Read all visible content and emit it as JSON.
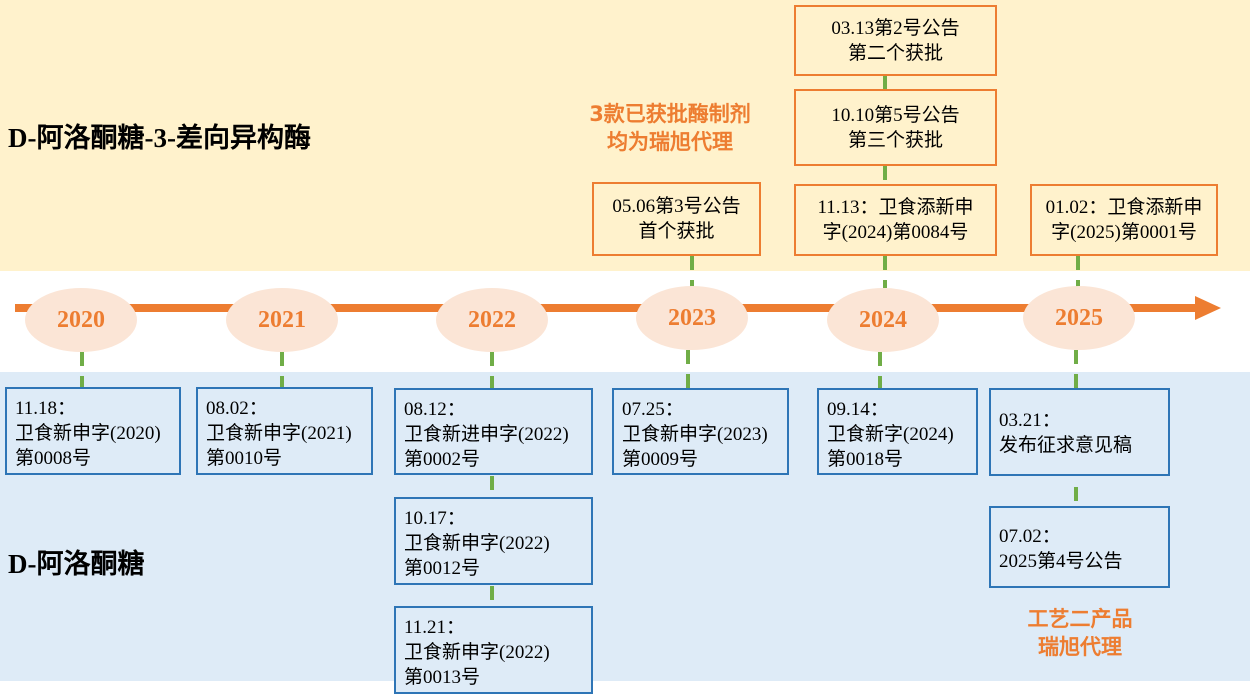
{
  "titles": {
    "top": "D-阿洛酮糖-3-差向异构酶",
    "bottom": "D-阿洛酮糖"
  },
  "years": [
    "2020",
    "2021",
    "2022",
    "2023",
    "2024",
    "2025"
  ],
  "notes": {
    "enzyme": [
      "3款已获批酶制剂",
      "均为瑞旭代理"
    ],
    "process": [
      "工艺二产品",
      "瑞旭代理"
    ]
  },
  "enzyme_events": [
    {
      "year": "2023",
      "lines": [
        "05.06第3号公告",
        "首个获批"
      ]
    },
    {
      "year": "2024",
      "lines": [
        "03.13第2号公告",
        "第二个获批"
      ]
    },
    {
      "year": "2024",
      "lines": [
        "10.10第5号公告",
        "第三个获批"
      ]
    },
    {
      "year": "2024",
      "lines": [
        "11.13：卫食添新申",
        "字(2024)第0084号"
      ]
    },
    {
      "year": "2025",
      "lines": [
        "01.02：卫食添新申",
        "字(2025)第0001号"
      ]
    }
  ],
  "allulose_events": [
    {
      "year": "2020",
      "lines": [
        "11.18：",
        "卫食新申字(2020)",
        "第0008号"
      ]
    },
    {
      "year": "2021",
      "lines": [
        "08.02：",
        "卫食新申字(2021)",
        "第0010号"
      ]
    },
    {
      "year": "2022",
      "lines": [
        "08.12：",
        "卫食新进申字(2022)",
        "第0002号"
      ]
    },
    {
      "year": "2022",
      "lines": [
        "10.17：",
        "卫食新申字(2022)",
        "第0012号"
      ]
    },
    {
      "year": "2022",
      "lines": [
        "11.21：",
        "卫食新申字(2022)",
        "第0013号"
      ]
    },
    {
      "year": "2023",
      "lines": [
        "07.25：",
        "卫食新申字(2023)",
        "第0009号"
      ]
    },
    {
      "year": "2024",
      "lines": [
        "09.14：",
        "卫食新字(2024)",
        "第0018号"
      ]
    },
    {
      "year": "2025",
      "lines": [
        "03.21：",
        "发布征求意见稿"
      ]
    },
    {
      "year": "2025",
      "lines": [
        "07.02：",
        "2025第4号公告"
      ]
    }
  ],
  "colors": {
    "accent": "#ED7D31",
    "line": "#70AD47",
    "box": "#2E75B6",
    "top_band": "#FFF2CC",
    "bottom_band": "#DEEBF7"
  }
}
